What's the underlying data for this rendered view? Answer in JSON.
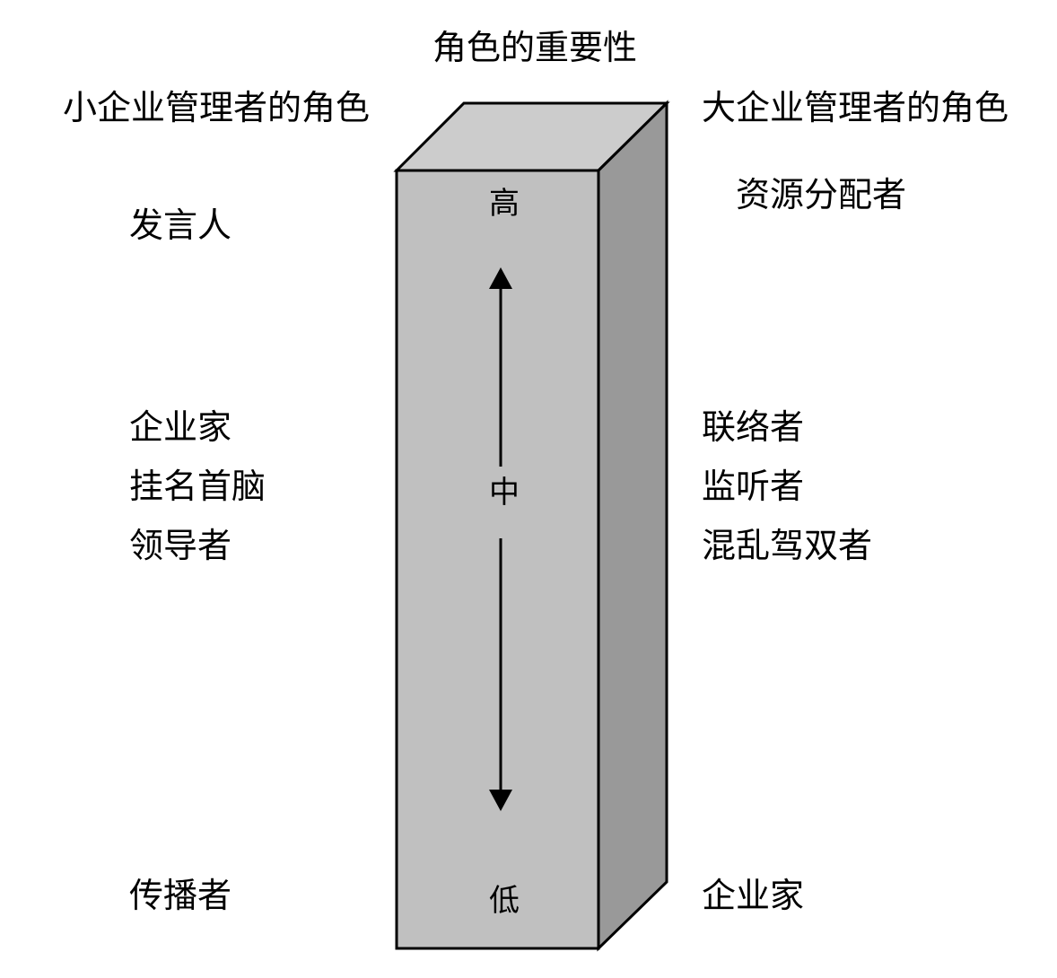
{
  "title": "角色的重要性",
  "left_heading": "小企业管理者的角色",
  "right_heading": "大企业管理者的角色",
  "left_roles": [
    "发言人",
    "企业家",
    "挂名首脑",
    "领导者",
    "传播者"
  ],
  "right_roles": [
    "资源分配者",
    "联络者",
    "监听者",
    "混乱驾双者",
    "企业家"
  ],
  "scale": {
    "high": "高",
    "mid": "中",
    "low": "低"
  },
  "colors": {
    "front_face": "#c0c0c0",
    "top_face": "#cccccc",
    "side_face": "#999999",
    "stroke": "#000000"
  }
}
